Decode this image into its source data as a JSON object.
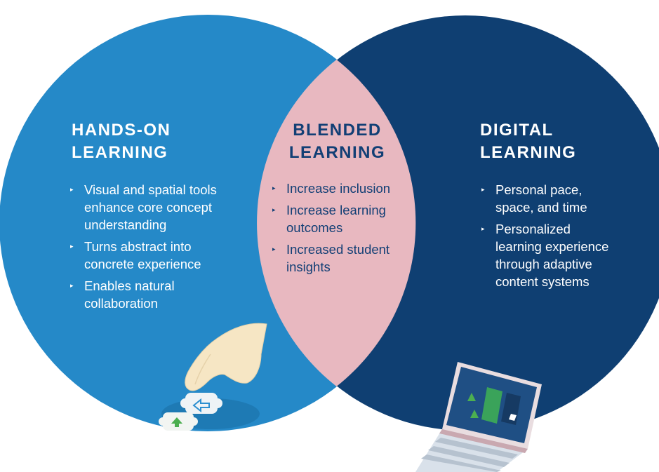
{
  "diagram": {
    "colors": {
      "hands_on_circle": "#2589c8",
      "digital_circle": "#0f3f72",
      "blended_overlap": "#e8b8c0",
      "blended_text": "#123f75",
      "circle_text": "#ffffff"
    },
    "hands_on": {
      "title_line1": "HANDS-ON",
      "title_line2": "LEARNING",
      "items": [
        "Visual and spatial tools enhance core concept understanding",
        "Turns abstract into concrete experience",
        "Enables natural collaboration"
      ],
      "illustration": "hand-placing-puzzle-pieces"
    },
    "blended": {
      "title_line1": "BLENDED",
      "title_line2": "LEARNING",
      "items": [
        "Increase inclusion",
        "Increase learning outcomes",
        "Increased student insights"
      ]
    },
    "digital": {
      "title_line1": "DIGITAL",
      "title_line2": "LEARNING",
      "items": [
        "Personal pace, space, and time",
        "Personalized learning experience through adaptive content systems"
      ],
      "illustration": "laptop"
    },
    "bullet_icon": "triangle-right-icon",
    "bullet_glyph": "▸"
  }
}
